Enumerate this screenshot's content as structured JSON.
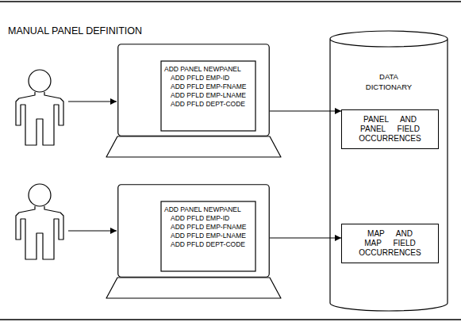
{
  "diagram": {
    "title": "MANUAL PANEL DEFINITION",
    "nodes": [
      {
        "text": [
          "ADD PANEL NEWPANEL",
          "ADD PFLD EMP-ID",
          "ADD PFLD EMP-FNAME",
          "ADD PFLD EMP-LNAME",
          "ADD PFLD DEPT-CODE"
        ]
      },
      {
        "text": [
          "DATA DICTIONARY"
        ]
      },
      {
        "text": [
          "PANEL AND PANEL FIELD OCCURRENCES"
        ],
        "in": 1
      },
      {
        "text": [
          "ADD PANEL NEWPANEL",
          "ADD PFLD EMP-ID",
          "ADD PFLD EMP-FNAME",
          "ADD PFLD EMP-LNAME",
          "ADD PFLD DEPT-CODE"
        ]
      },
      {
        "text": [
          "MAP AND MAP FIELD OCCURRENCES"
        ],
        "in": 1
      }
    ],
    "edges": [
      {
        "from": 0,
        "to": 2,
        "arrow": "to"
      },
      {
        "from": 3,
        "to": 4,
        "arrow": "to"
      }
    ]
  }
}
